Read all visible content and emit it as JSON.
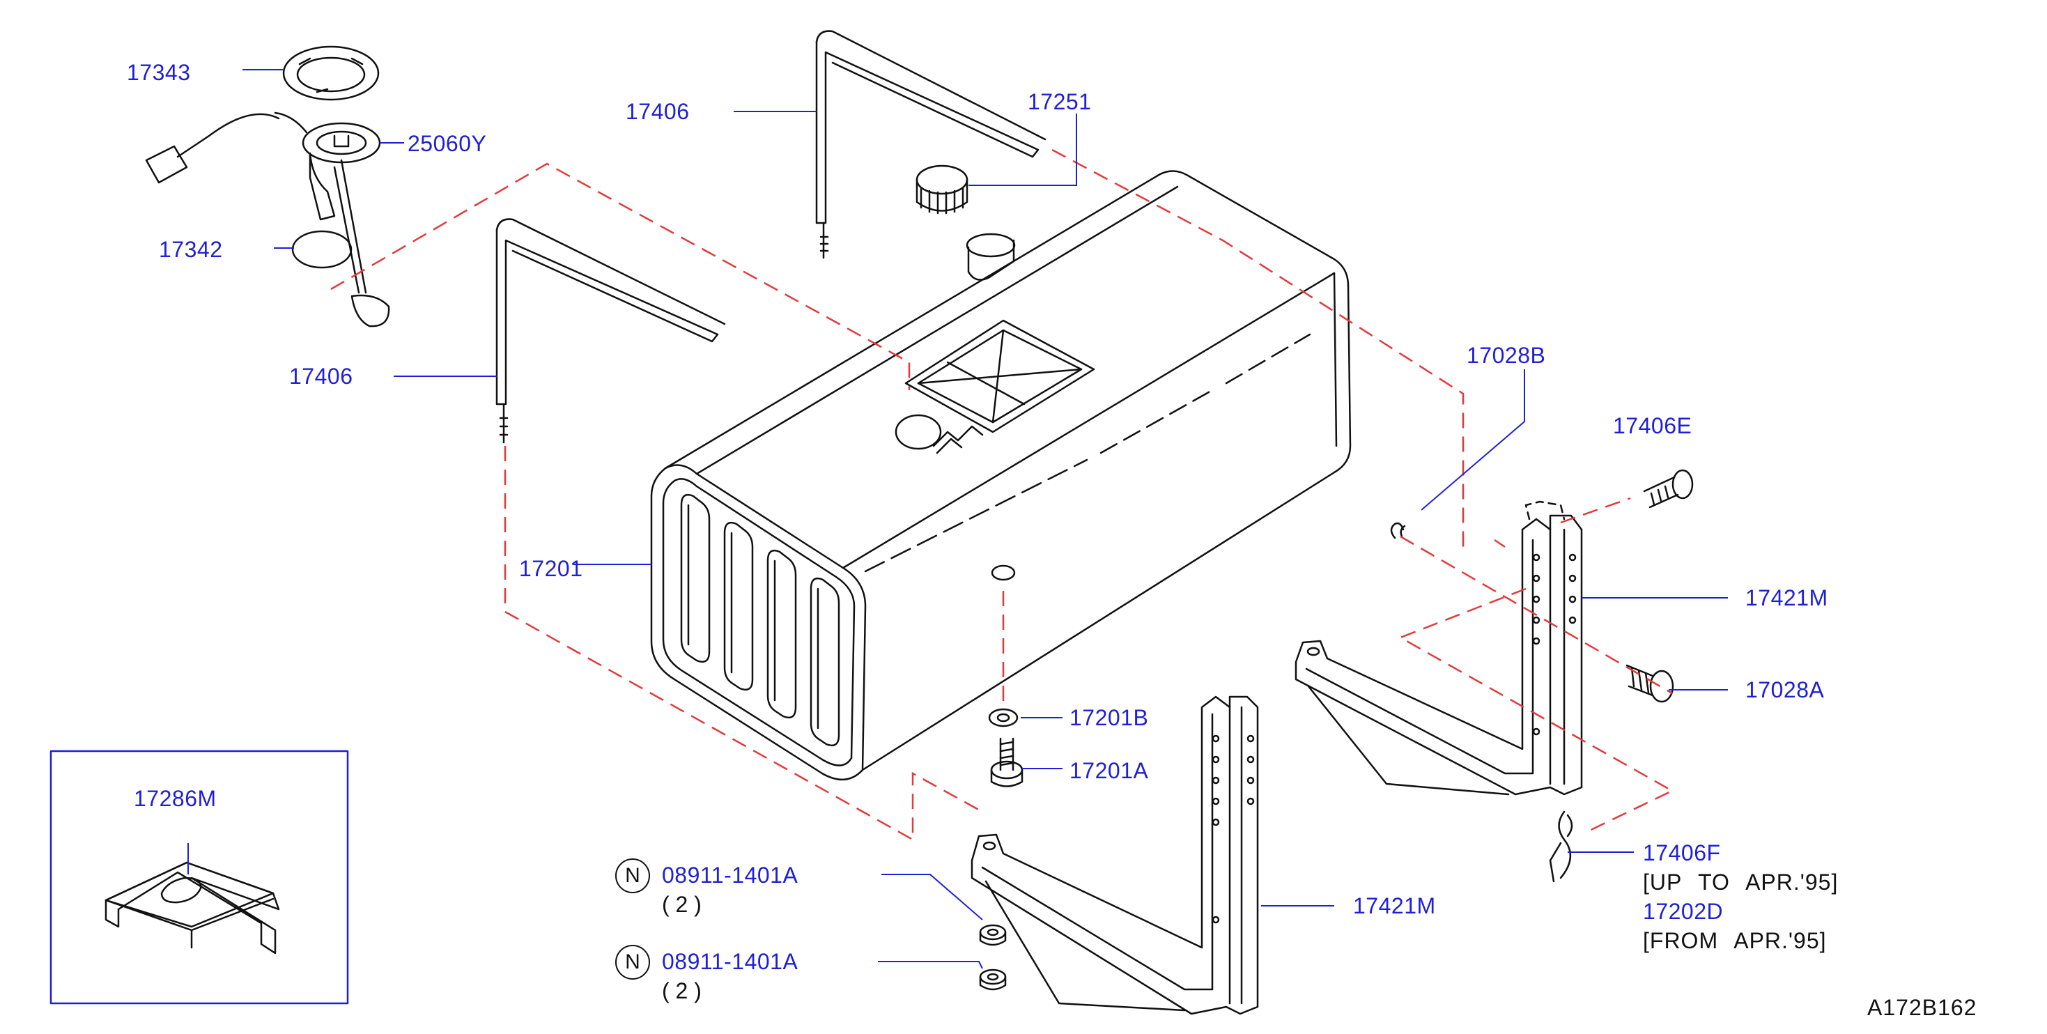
{
  "parts": {
    "p17343": "17343",
    "p17406_top": "17406",
    "p17251": "17251",
    "p25060Y": "25060Y",
    "p17342": "17342",
    "p17406_mid": "17406",
    "p17028B": "17028B",
    "p17406E": "17406E",
    "p17201": "17201",
    "p17421M_right": "17421M",
    "p17028A": "17028A",
    "p17201B": "17201B",
    "p17201A": "17201A",
    "p17286M": "17286M",
    "p08911_a": "08911-1401A",
    "p08911_b": "08911-1401A",
    "p17421M_bottom": "17421M",
    "p17406F": "17406F",
    "p17202D": "17202D"
  },
  "notes": {
    "up_to": "[UP TO APR.'95]",
    "from": "[FROM APR.'95]"
  },
  "quantities": {
    "nut_a": "( 2 )",
    "nut_b": "( 2 )"
  },
  "markers": {
    "n1": "N",
    "n2": "N"
  },
  "figure_id": "A172B162",
  "colors": {
    "line": "#111111",
    "leader": "#1f1fd6",
    "label": "#1f1fd6",
    "dashed": "#e23a3a"
  }
}
